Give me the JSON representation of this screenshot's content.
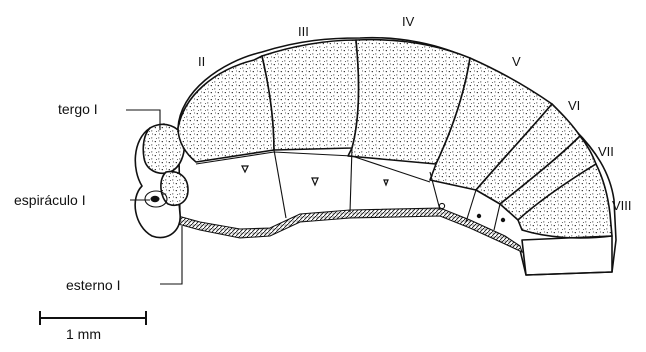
{
  "labels": {
    "tergo": "tergo I",
    "espiraculo": "espiráculo I",
    "esterno": "esterno I"
  },
  "segments": [
    "II",
    "III",
    "IV",
    "V",
    "VI",
    "VII",
    "VIII"
  ],
  "scale_bar": "1 mm"
}
